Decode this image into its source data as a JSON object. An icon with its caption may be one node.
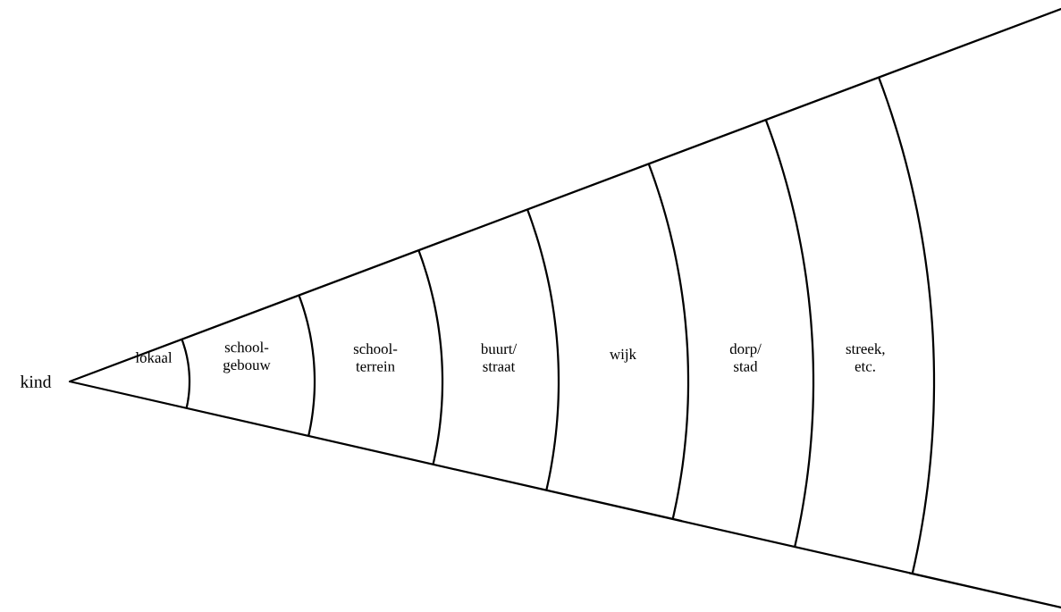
{
  "diagram": {
    "labels": [
      "kind",
      "lokaal",
      "school- gebouw",
      "school- terrein",
      "buurt/ straat",
      "wijk",
      "dorp/ stad",
      "streek, etc."
    ]
  }
}
